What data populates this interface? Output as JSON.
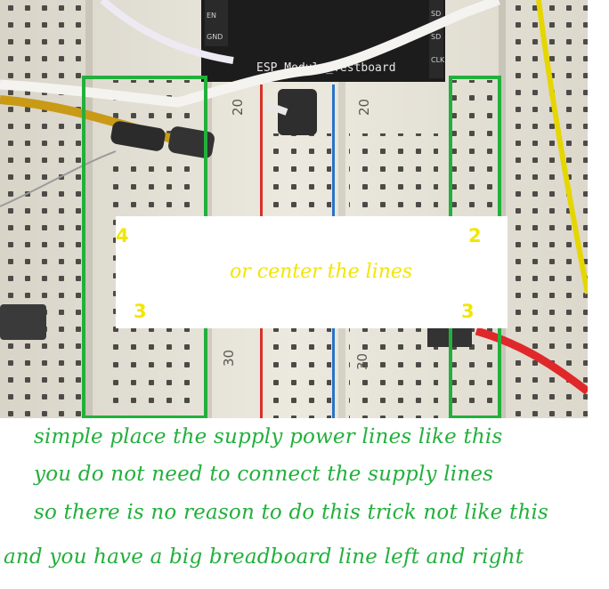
{
  "photo": {
    "module_label": "ESP_Module_Testboard",
    "row_label_20_left": "20",
    "row_label_20_right": "20",
    "row_label_30_left": "30",
    "row_label_30_right": "30",
    "pin_labels_left": [
      "EN",
      "GND"
    ],
    "pin_labels_right": [
      "SD",
      "SD",
      "CLK"
    ]
  },
  "overlay": {
    "center_text": "or center the lines",
    "num_top_left": "4",
    "num_top_right": "2",
    "num_bottom_left": "3",
    "num_bottom_right": "3"
  },
  "caption": {
    "lines": [
      "simple place the supply power lines like this",
      "you do not need to connect the supply lines",
      "so there is no reason to do this trick not like this",
      "and you have a big breadboard line left and right"
    ]
  },
  "colors": {
    "highlight_green": "#22b03c",
    "overlay_yellow": "#f2e600",
    "rail_red": "#d8312a",
    "rail_blue": "#2a73c8",
    "wire_yellow": "#c99a16",
    "wire_red": "#e0282a"
  }
}
